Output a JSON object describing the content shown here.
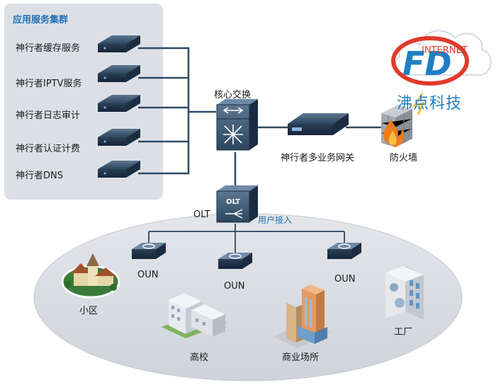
{
  "app_cluster": {
    "title": "应用服务集群",
    "services": [
      "神行者缓存服务",
      "神行者IPTV服务",
      "神行者日志审计",
      "神行者认证计费",
      "神行者DNS"
    ]
  },
  "core_switch": "核心交换",
  "gateway": "神行者多业务网关",
  "firewall": "防火墙",
  "olt": {
    "caption": "OLT",
    "face": "OLT"
  },
  "user_access": "用户接入",
  "onus": [
    "OUN",
    "OUN",
    "OUN"
  ],
  "sites": {
    "community": "小区",
    "college": "高校",
    "commercial": "商业场所",
    "factory": "工厂"
  },
  "logo": {
    "chinese": "沸点科技",
    "english": "INTERNET",
    "letters": "FD"
  },
  "colors": {
    "panel": "#dce0e6",
    "ellipse": "#d6d9df",
    "link": "#2f4a63",
    "accent_blue": "#1f6fb5"
  }
}
